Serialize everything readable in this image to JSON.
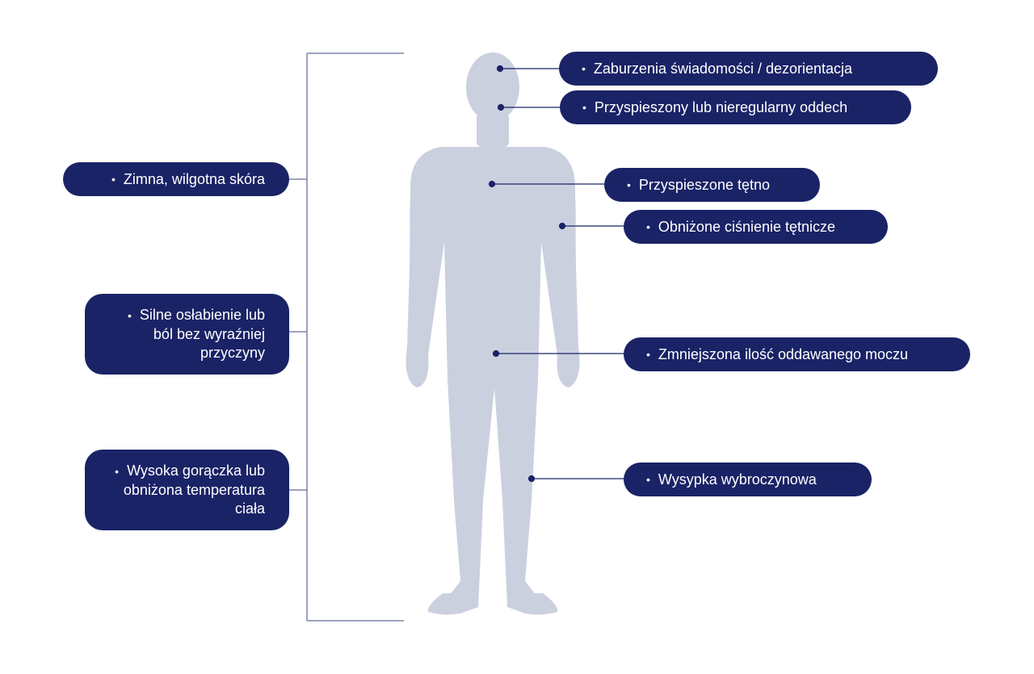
{
  "colors": {
    "pill_bg": "#1a2366",
    "pill_text": "#ffffff",
    "silhouette": "#cbd0df",
    "line": "#1a2366",
    "bracket": "#7d85a8"
  },
  "icons": {
    "body": "human-silhouette-icon",
    "bullet": "bullet-dot-icon"
  },
  "bullet": "•",
  "symptoms_right": [
    {
      "label": "Zaburzenia świadomości / dezorientacja"
    },
    {
      "label": "Przyspieszony lub nieregularny oddech"
    },
    {
      "label": "Przyspieszone tętno"
    },
    {
      "label": "Obniżone ciśnienie tętnicze"
    },
    {
      "label": "Zmniejszona ilość oddawanego moczu"
    },
    {
      "label": "Wysypka wybroczynowa"
    }
  ],
  "symptoms_left": [
    {
      "label": "Zimna, wilgotna skóra"
    },
    {
      "label": "Silne osłabienie lub ból bez wyraźniej przyczyny"
    },
    {
      "label": "Wysoka gorączka lub obniżona temperatura ciała"
    }
  ]
}
